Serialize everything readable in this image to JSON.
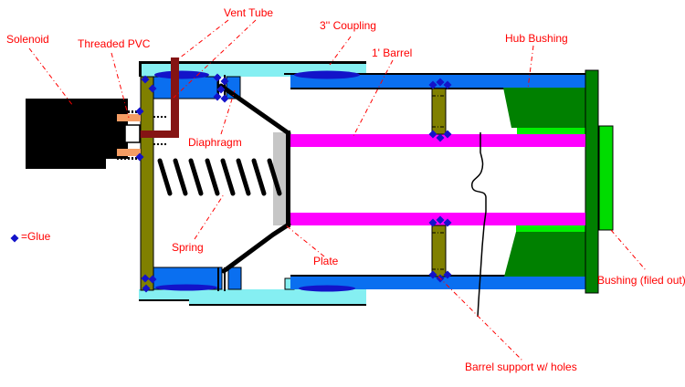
{
  "labels": {
    "solenoid": "Solenoid",
    "threaded_pvc": "Threaded PVC",
    "vent_tube": "Vent Tube",
    "coupling_3in": "3'' Coupling",
    "barrel_1ft": "1' Barrel",
    "hub_bushing": "Hub Bushing",
    "diaphragm": "Diaphragm",
    "spring": "Spring",
    "plate": "Plate",
    "bushing_filed": "Bushing (filed out)",
    "barrel_support": "Barrel support w/ holes",
    "glue_legend": "=Glue"
  },
  "colors": {
    "pipe_blue": "#0A6FF0",
    "dark_blue": "#1313C9",
    "cyan": "#85EFF2",
    "magenta": "#FF00FF",
    "olive": "#808000",
    "dark_green": "#008000",
    "bright_green": "#00F000",
    "bushing_green": "#00DC00",
    "maroon": "#851414",
    "orange": "#F49D64",
    "plate_gray": "#C6C6C6",
    "label_red": "#FF0000"
  }
}
